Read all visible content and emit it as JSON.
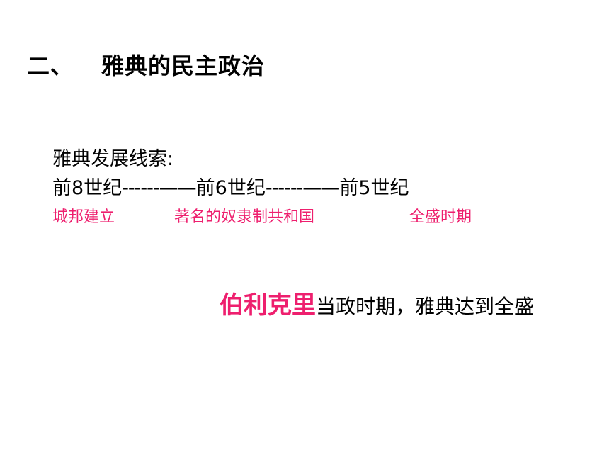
{
  "colors": {
    "accent": "#ee1f6e",
    "text": "#000000",
    "background": "#ffffff"
  },
  "heading": {
    "number": "二、",
    "title": "雅典的民主政治"
  },
  "clues": {
    "title": "雅典发展线索:",
    "timeline": {
      "point_1": "前8世纪",
      "dash_1": "------——",
      "point_2": "前6世纪",
      "dash_2": "------——",
      "point_3": "前5世纪"
    },
    "phases": [
      "城邦建立",
      "著名的奴隶制共和国",
      "全盛时期"
    ]
  },
  "statement": {
    "highlight": "伯利克里",
    "rest": "当政时期，雅典达到全盛"
  }
}
